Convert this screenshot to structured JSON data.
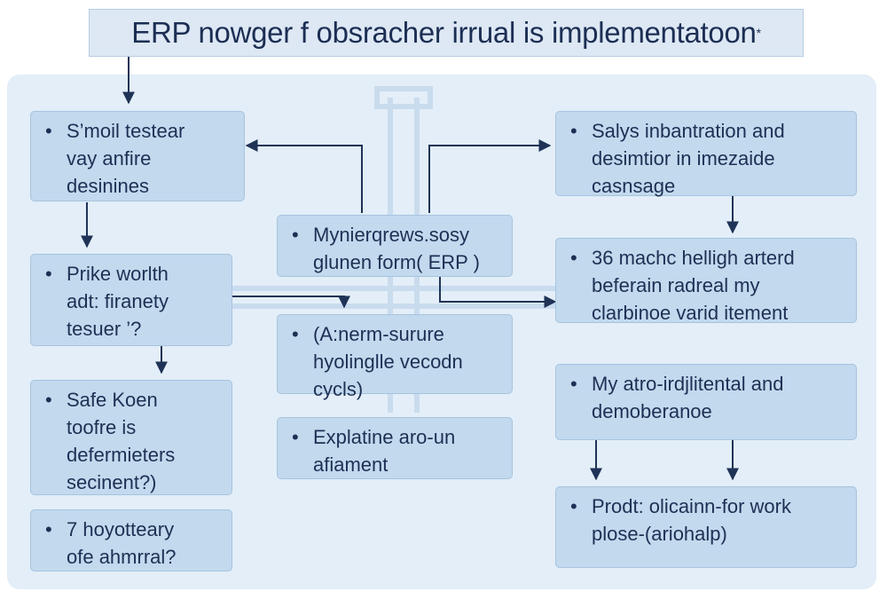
{
  "diagram": {
    "title": "ERP nowger f obsracher irrual is implementatoon",
    "title_mark": "*",
    "nodes": {
      "left_1": "S’moil testear\nvay anfire\ndesinines",
      "left_2": "Prike worlth\nadt: firanety\ntesuer ’?",
      "left_3": "Safe Koen\ntoofre is\ndefermieters\nsecinent?)",
      "left_4": "7 hoyotteary\nofe ahmrral?",
      "center_1": "Mynierqrews.sosy\nglunen form( ERP )",
      "center_2": "(A:nerm-surure\nhyolinglle vecodn\ncycls)",
      "center_3": "Explatine aro-un\nafiament",
      "right_1": "Salys inbantration and\ndesimtior in imezaide\ncasnsage",
      "right_2": "36 machc helligh arterd\nbeferain radreal my\nclarbinoe varid itement",
      "right_3": "My atro-irdjlitental and\ndemoberanoe",
      "right_4": "Prodt: olicainn-for work\nplose-(ariohalp)"
    }
  }
}
